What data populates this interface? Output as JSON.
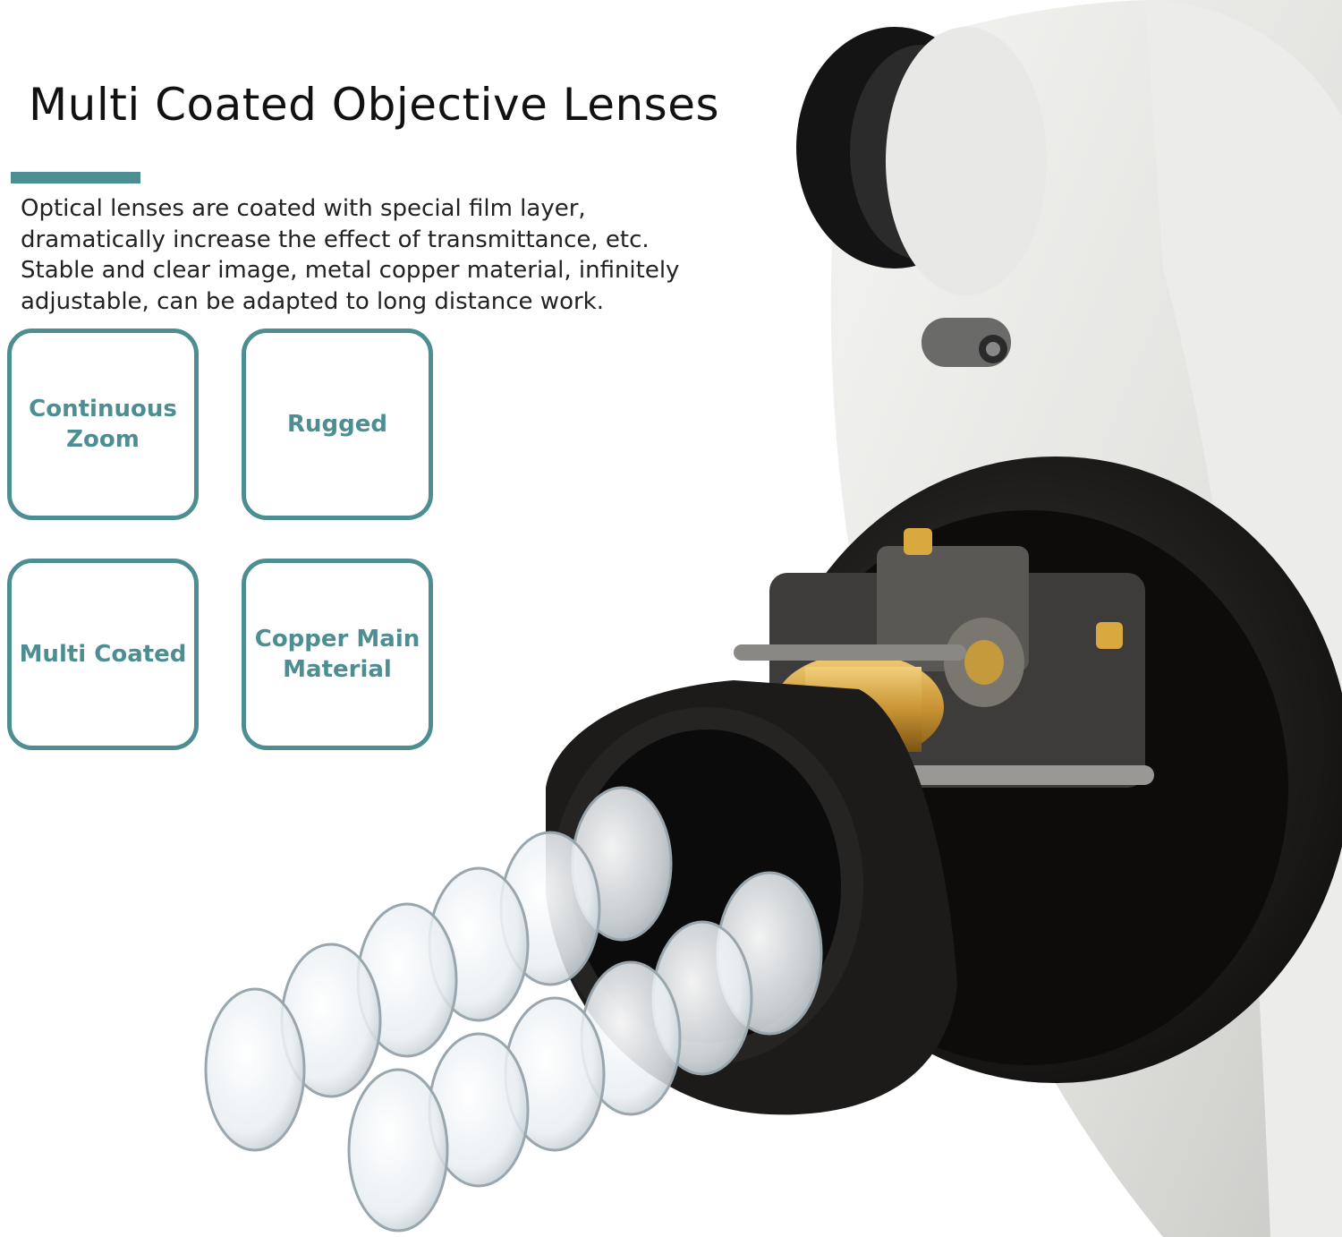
{
  "title": "Multi Coated Objective Lenses",
  "description": [
    "Optical lenses are coated with special film layer,",
    "dramatically increase the effect of transmittance, etc.",
    "Stable and clear image, metal copper material, infinitely",
    "adjustable, can be adapted to long distance work."
  ],
  "features": [
    {
      "line1": "Continuous",
      "line2": "Zoom"
    },
    {
      "line1": "Rugged",
      "line2": ""
    },
    {
      "line1": "Multi Coated",
      "line2": ""
    },
    {
      "line1": "Copper Main",
      "line2": "Material"
    }
  ],
  "colors": {
    "accent": "#4d8e92",
    "text": "#111111"
  }
}
